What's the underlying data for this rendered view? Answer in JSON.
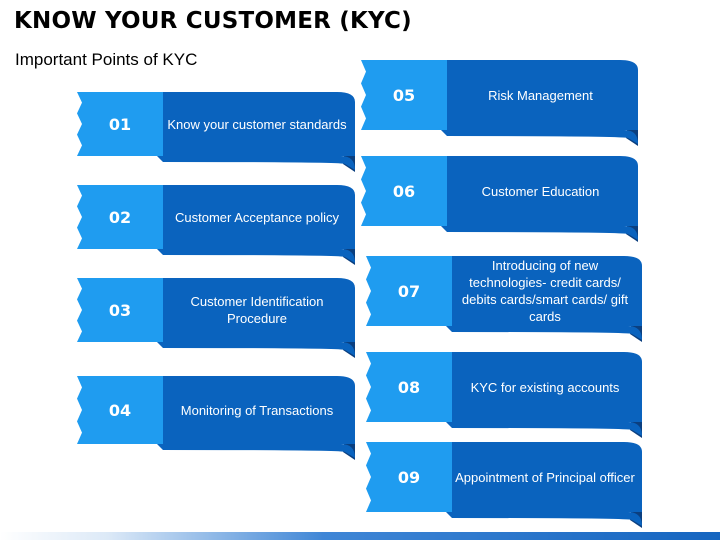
{
  "title": "KNOW YOUR CUSTOMER (KYC)",
  "subtitle": "Important Points of KYC",
  "colors": {
    "light_blue": "#1f9cf0",
    "dark_blue": "#0a63be",
    "fold_blue": "#0b3f7f",
    "text": "#ffffff"
  },
  "items": [
    {
      "number": "01",
      "label": "Know your customer standards"
    },
    {
      "number": "02",
      "label": "Customer Acceptance policy"
    },
    {
      "number": "03",
      "label": "Customer Identification Procedure"
    },
    {
      "number": "04",
      "label": "Monitoring of Transactions"
    },
    {
      "number": "05",
      "label": "Risk Management"
    },
    {
      "number": "06",
      "label": "Customer Education"
    },
    {
      "number": "07",
      "label": "Introducing of new technologies- credit cards/ debits cards/smart cards/ gift cards"
    },
    {
      "number": "08",
      "label": "KYC for existing accounts"
    },
    {
      "number": "09",
      "label": "Appointment of Principal officer"
    }
  ]
}
